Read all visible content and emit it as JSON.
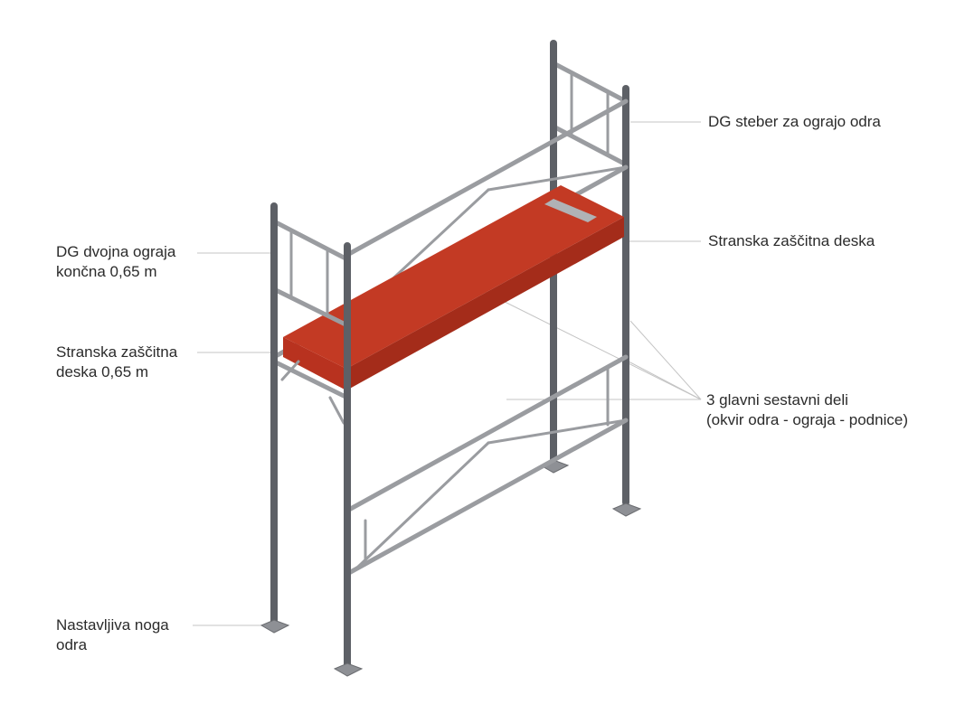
{
  "diagram": {
    "subject": "scaffold",
    "colors": {
      "deck": "#b8321f",
      "deck_top": "#c33a24",
      "steel": "#5d6066",
      "tube": "#9a9ca0"
    },
    "labels": {
      "guard_post": "DG steber za ograjo odra",
      "side_board": "Stranska zaščitna deska",
      "double_rail_l1": "DG dvojna ograja",
      "double_rail_l2": "končna 0,65 m",
      "side_board_short_l1": "Stranska zaščitna",
      "side_board_short_l2": "deska 0,65 m",
      "main_parts_l1": "3 glavni sestavni deli",
      "main_parts_l2": "(okvir odra - ograja - podnice)",
      "adjustable_leg_l1": "Nastavljiva noga",
      "adjustable_leg_l2": "odra"
    }
  }
}
